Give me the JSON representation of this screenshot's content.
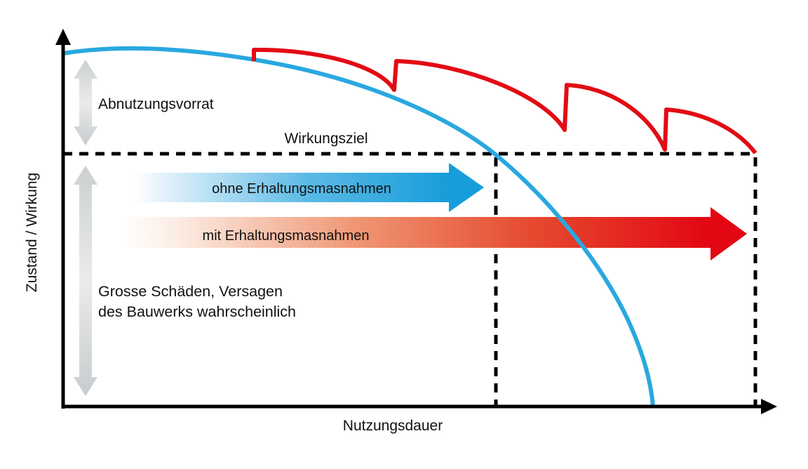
{
  "figure": {
    "y_axis_label": "Zustand / Wirkung",
    "x_axis_label": "Nutzungsdauer",
    "annotations": {
      "wear_reserve": "Abnutzungsvorrat",
      "effect_target": "Wirkungsziel",
      "without_maintenance": "ohne Erhaltungsmasnahmen",
      "with_maintenance": "mit Erhaltungsmasnahmen",
      "damage_line1": "Grosse Schäden, Versagen",
      "damage_line2": "des Bauwerks wahrscheinlich"
    },
    "colors": {
      "curve_without_maintenance": "#29a8e0",
      "curve_with_maintenance": "#e30b14",
      "axis": "#000000",
      "dashed_line": "#000000",
      "gray_arrow": "#c9cdcf"
    }
  }
}
